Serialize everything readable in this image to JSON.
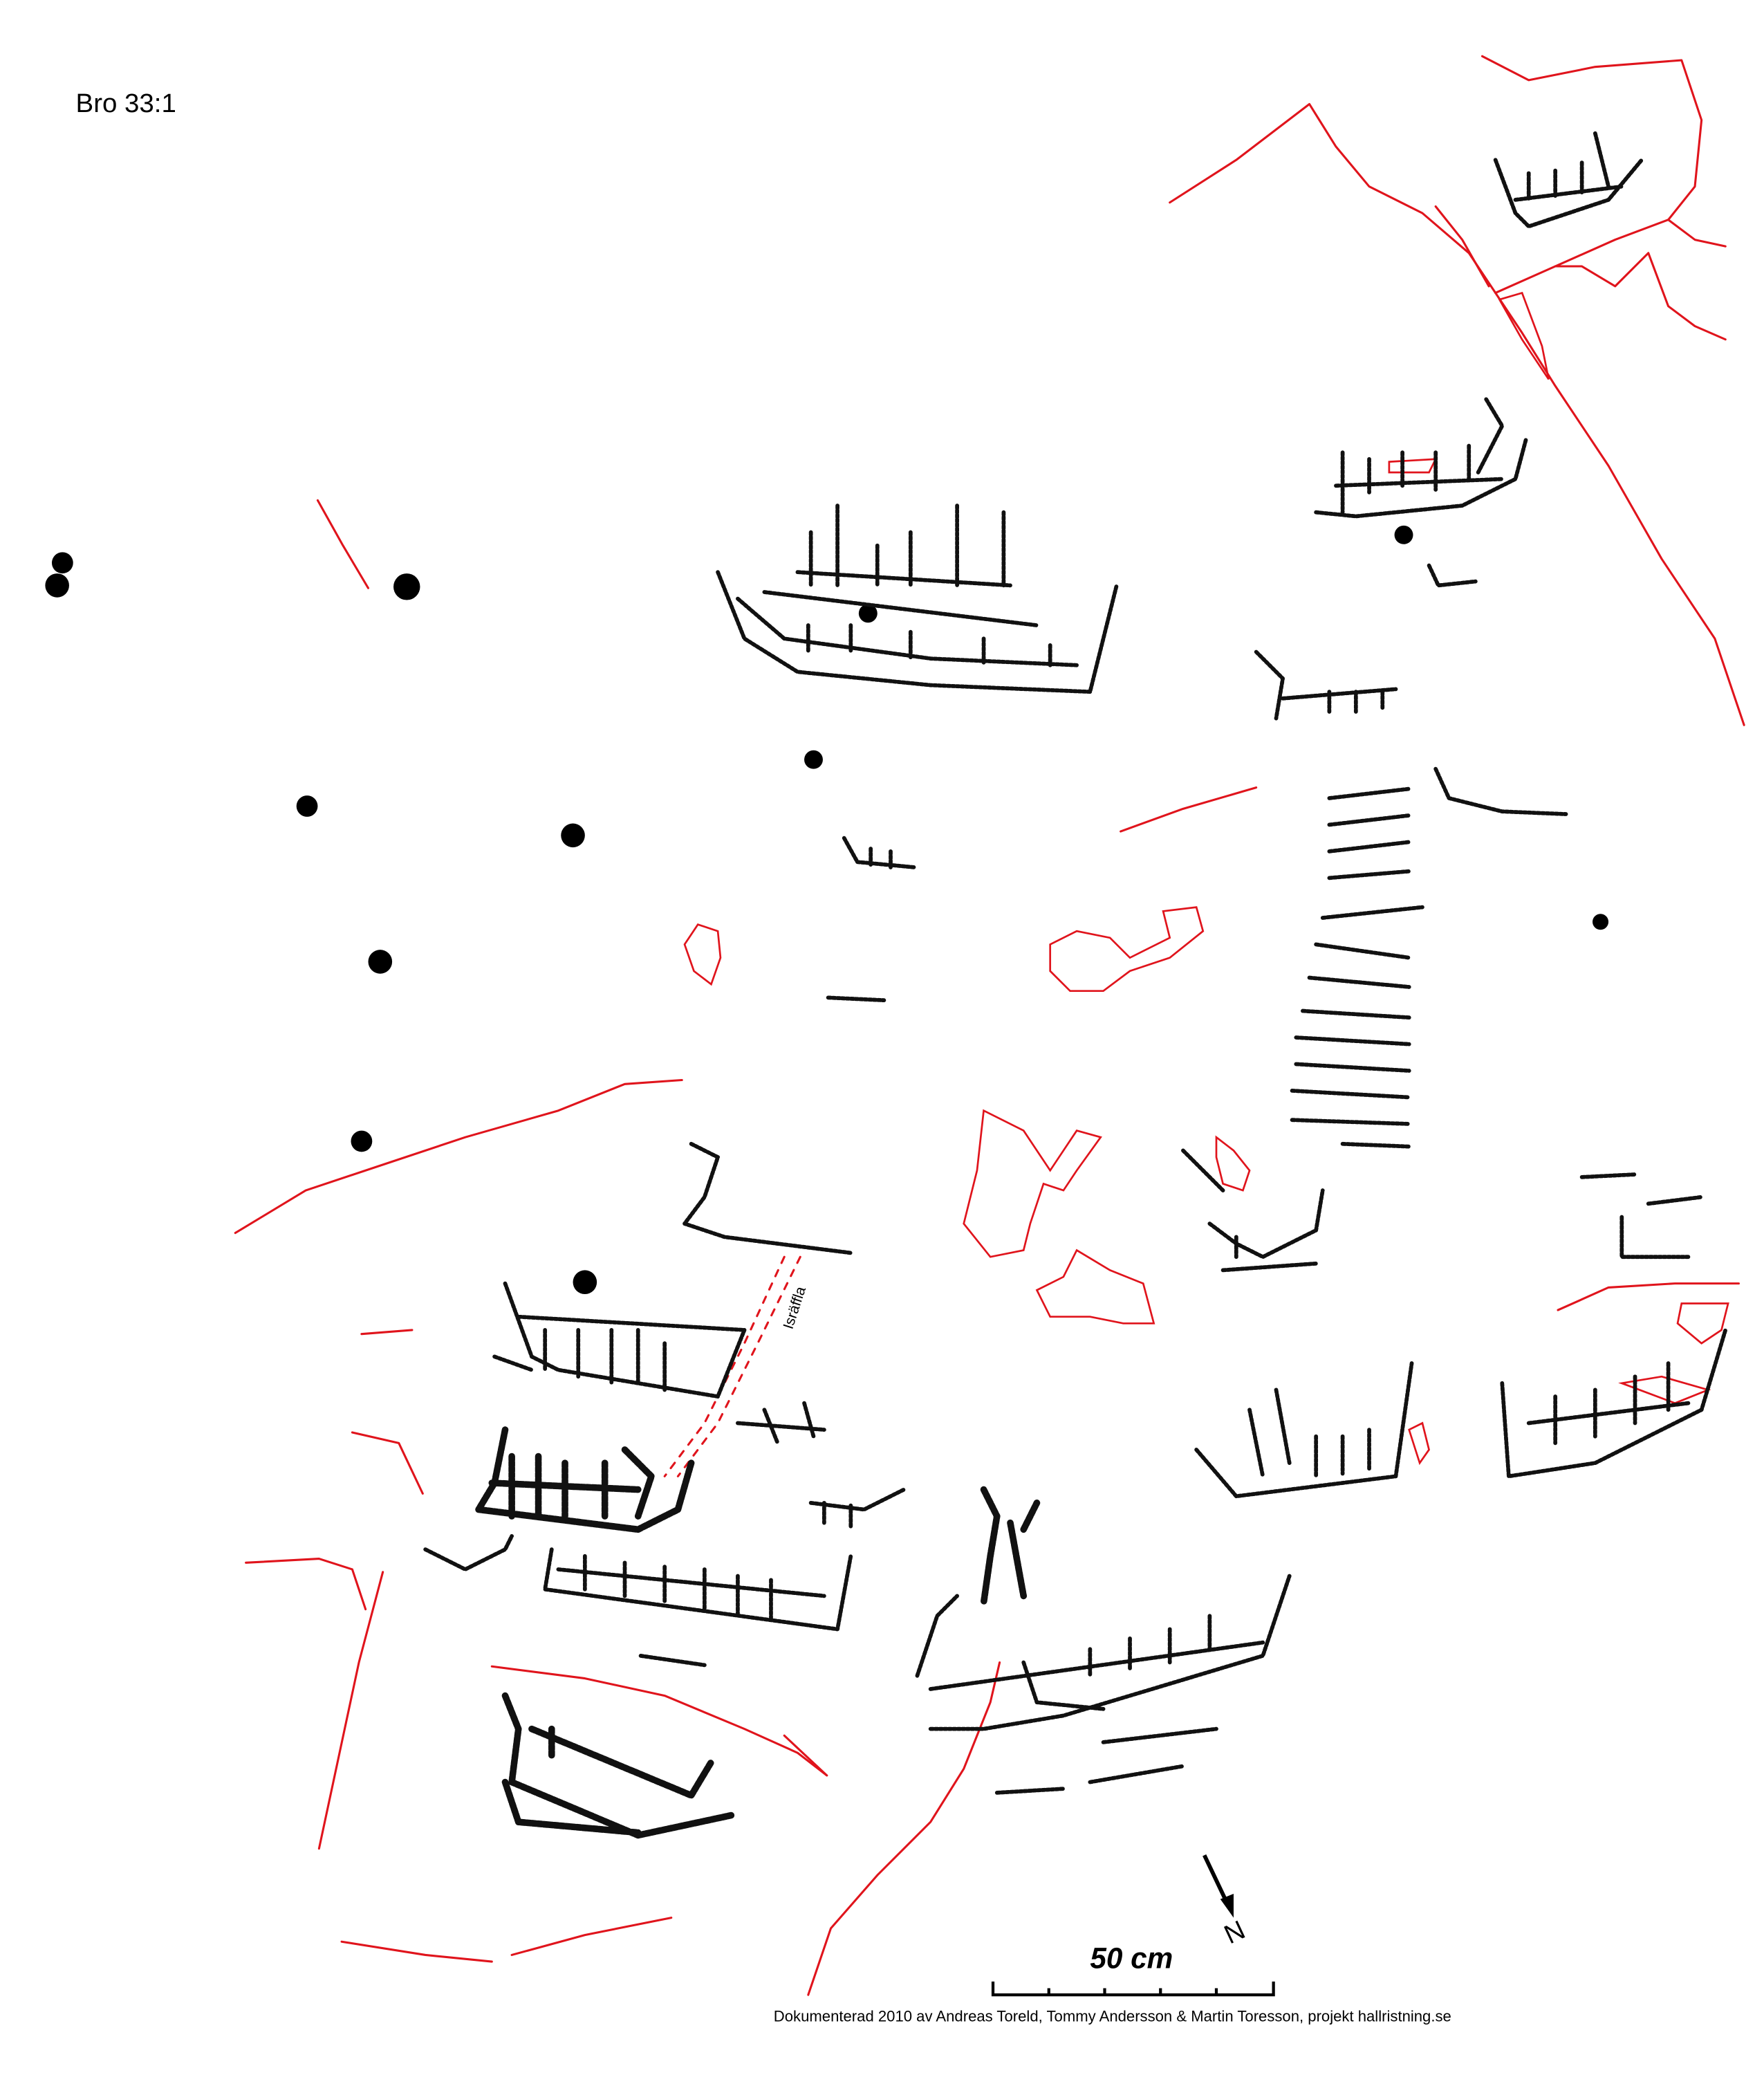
{
  "title": "Bro 33:1",
  "scale_bar": {
    "label": "50 cm"
  },
  "north_arrow": {
    "label": "N"
  },
  "annotation": {
    "label": "Isräffla"
  },
  "credit": "Dokumenterad 2010 av Andreas Toreld, Tommy Andersson & Martin Toresson, projekt hallristning.se",
  "colors": {
    "cracks": "#e0141c",
    "carvings": "#111111",
    "background": "#ffffff"
  }
}
